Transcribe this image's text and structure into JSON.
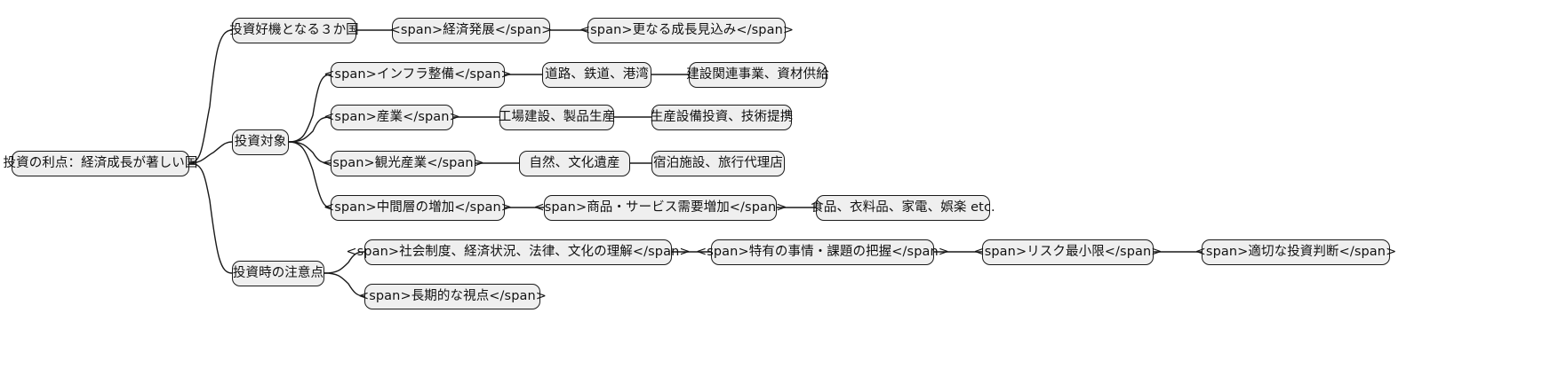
{
  "diagram": {
    "type": "mindmap",
    "title": "投資の利点：経済成長が著しい国",
    "background_color": "#ffffff",
    "node_fill_color": "#efefef",
    "node_border_color": "#1a1a1a",
    "edge_color": "#1a1a1a",
    "text_color": "#111111",
    "nodes": {
      "root": "投資の利点：経済成長が著しい国",
      "b1": "投資好機となる３か国",
      "b1_1": "<span>経済発展</span>",
      "b1_2": "<span>更なる成長見込み</span>",
      "b2": "投資対象",
      "b2_1": "<span>インフラ整備</span>",
      "b2_1_1": "道路、鉄道、港湾",
      "b2_1_2": "建設関連事業、資材供給",
      "b2_2": "<span>産業</span>",
      "b2_2_1": "工場建設、製品生産",
      "b2_2_2": "生産設備投資、技術提携",
      "b2_3": "<span>観光産業</span>",
      "b2_3_1": "自然、文化遺産",
      "b2_3_2": "宿泊施設、旅行代理店",
      "b2_4": "<span>中間層の増加</span>",
      "b2_4_1": "<span>商品・サービス需要増加</span>",
      "b2_4_2": "食品、衣料品、家電、娯楽 etc.",
      "b3": "投資時の注意点",
      "b3_1": "<span>社会制度、経済状況、法律、文化の理解</span>",
      "b3_1_1": "<span>特有の事情・課題の把握</span>",
      "b3_1_2": "<span>リスク最小限</span>",
      "b3_1_3": "<span>適切な投資判断</span>",
      "b3_2": "<span>長期的な視点</span>"
    }
  }
}
